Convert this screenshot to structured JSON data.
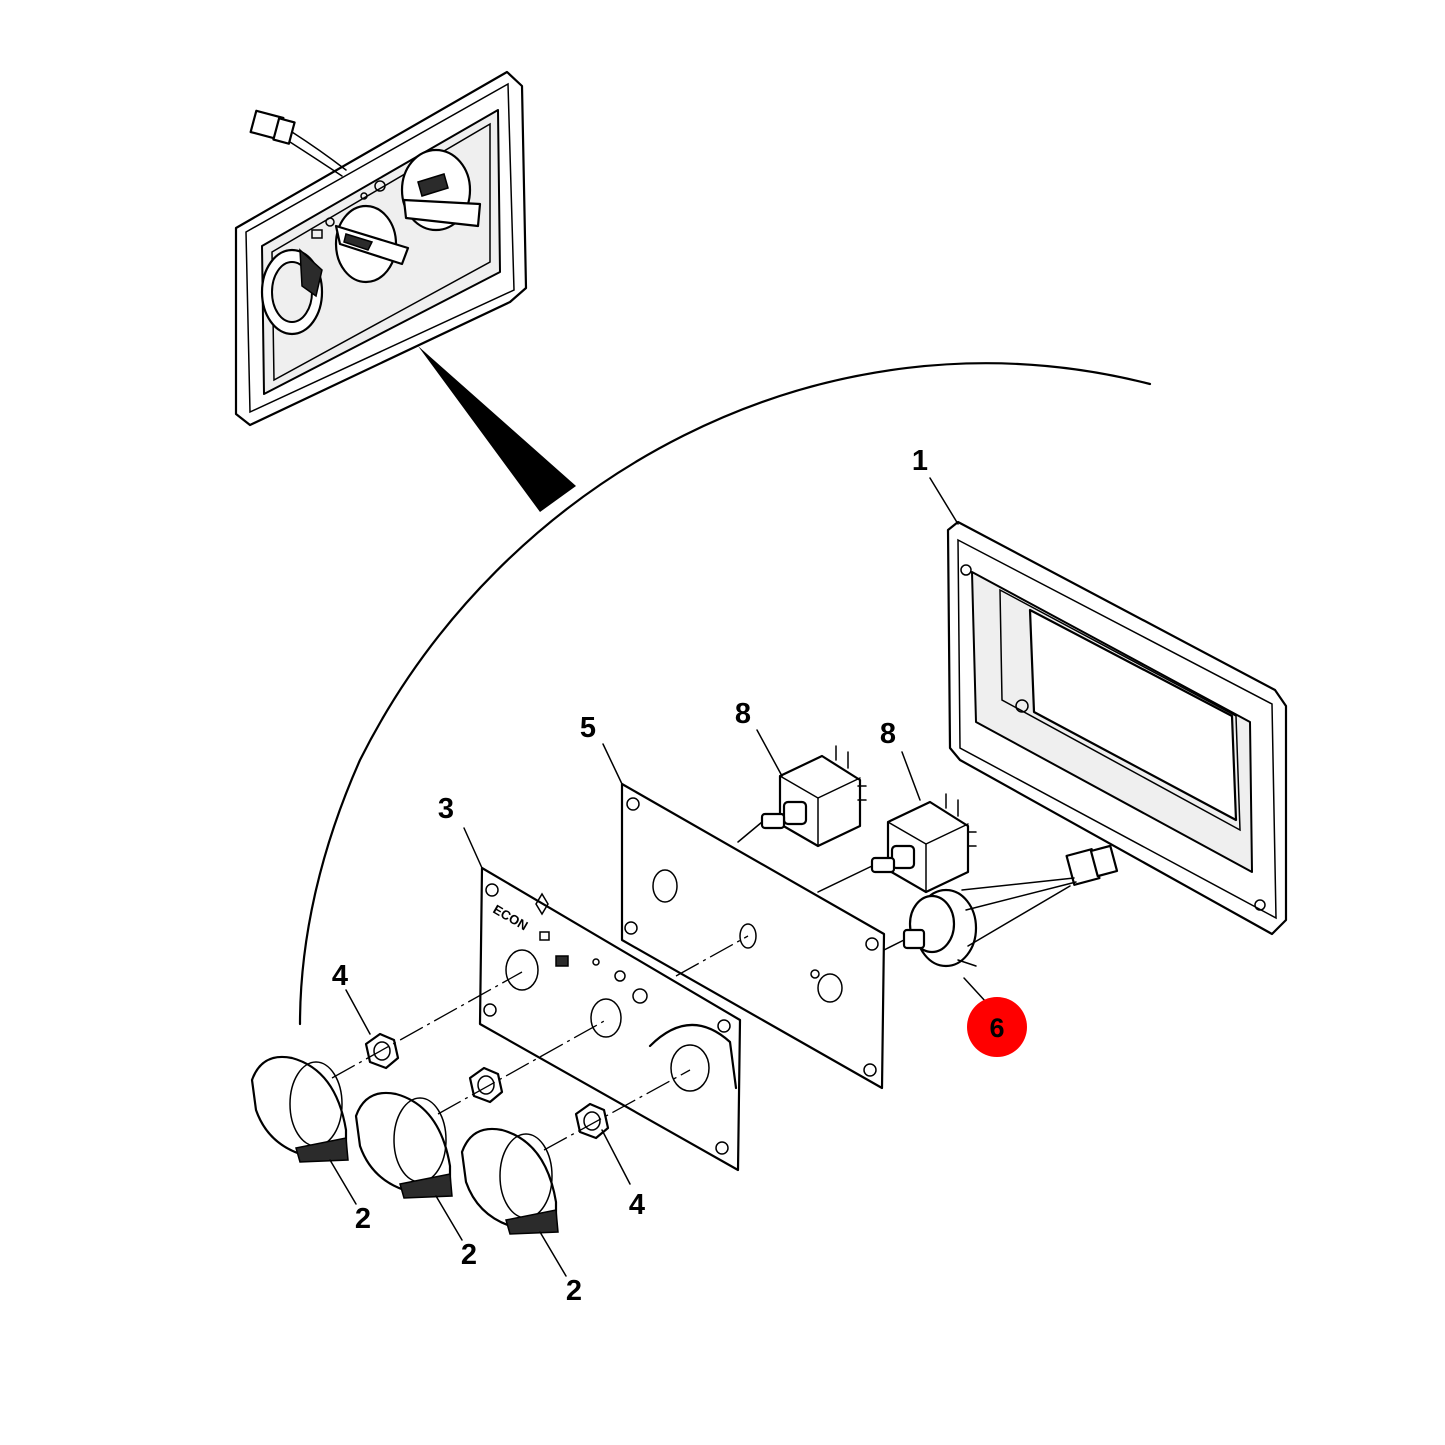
{
  "diagram": {
    "callouts": [
      {
        "id": "1",
        "label": "1"
      },
      {
        "id": "2a",
        "label": "2"
      },
      {
        "id": "2b",
        "label": "2"
      },
      {
        "id": "2c",
        "label": "2"
      },
      {
        "id": "3",
        "label": "3"
      },
      {
        "id": "4a",
        "label": "4"
      },
      {
        "id": "4b",
        "label": "4"
      },
      {
        "id": "5",
        "label": "5"
      },
      {
        "id": "6",
        "label": "6",
        "highlighted": true
      },
      {
        "id": "8a",
        "label": "8"
      },
      {
        "id": "8b",
        "label": "8"
      }
    ],
    "faceplate_text": "ECON",
    "colors": {
      "line": "#000000",
      "background": "#ffffff",
      "highlight": "#ff0000"
    }
  }
}
